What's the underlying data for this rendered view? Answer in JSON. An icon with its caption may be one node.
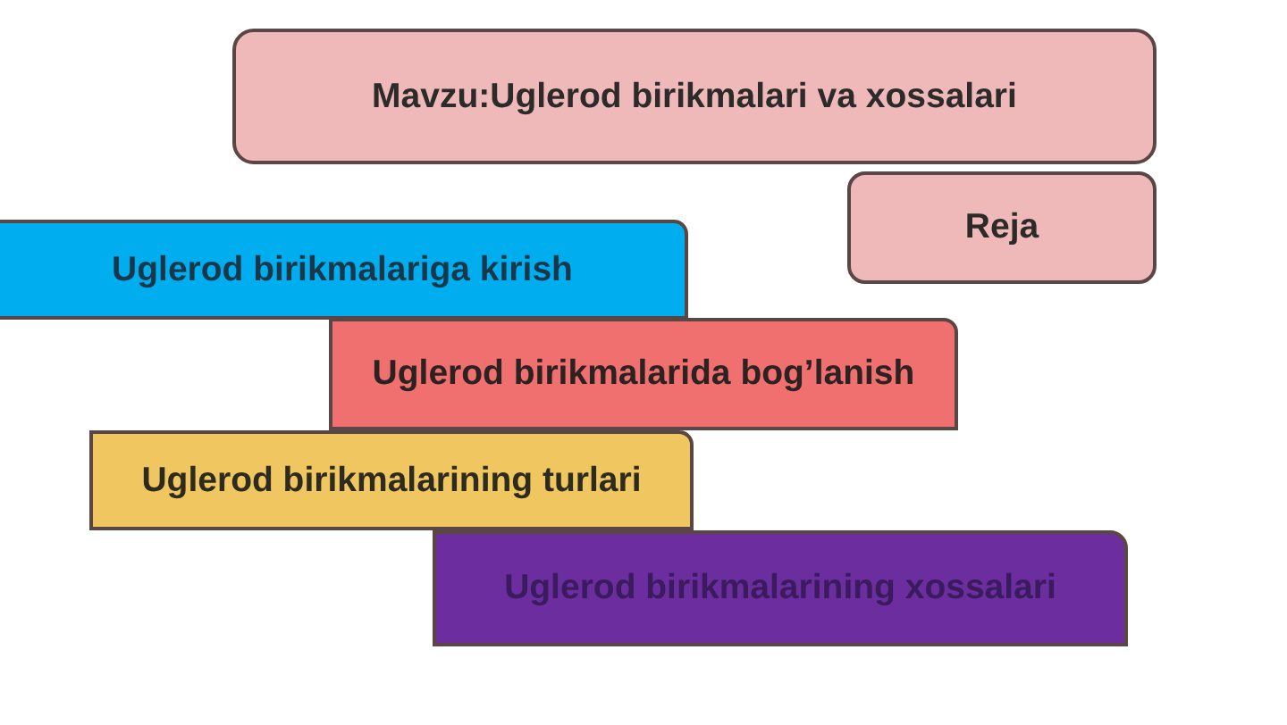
{
  "diagram": {
    "nodes": [
      {
        "text": [
          "Mavzu:Uglerod birikmalari va xossalari"
        ]
      },
      {
        "text": [
          "Reja"
        ]
      },
      {
        "text": [
          "Uglerod birikmalariga kirish"
        ]
      },
      {
        "text": [
          "Uglerod birikmalarida bog’lanish"
        ]
      },
      {
        "text": [
          "Uglerod birikmalarining turlari"
        ]
      },
      {
        "text": [
          "Uglerod birikmalarining xossalari"
        ]
      }
    ]
  }
}
